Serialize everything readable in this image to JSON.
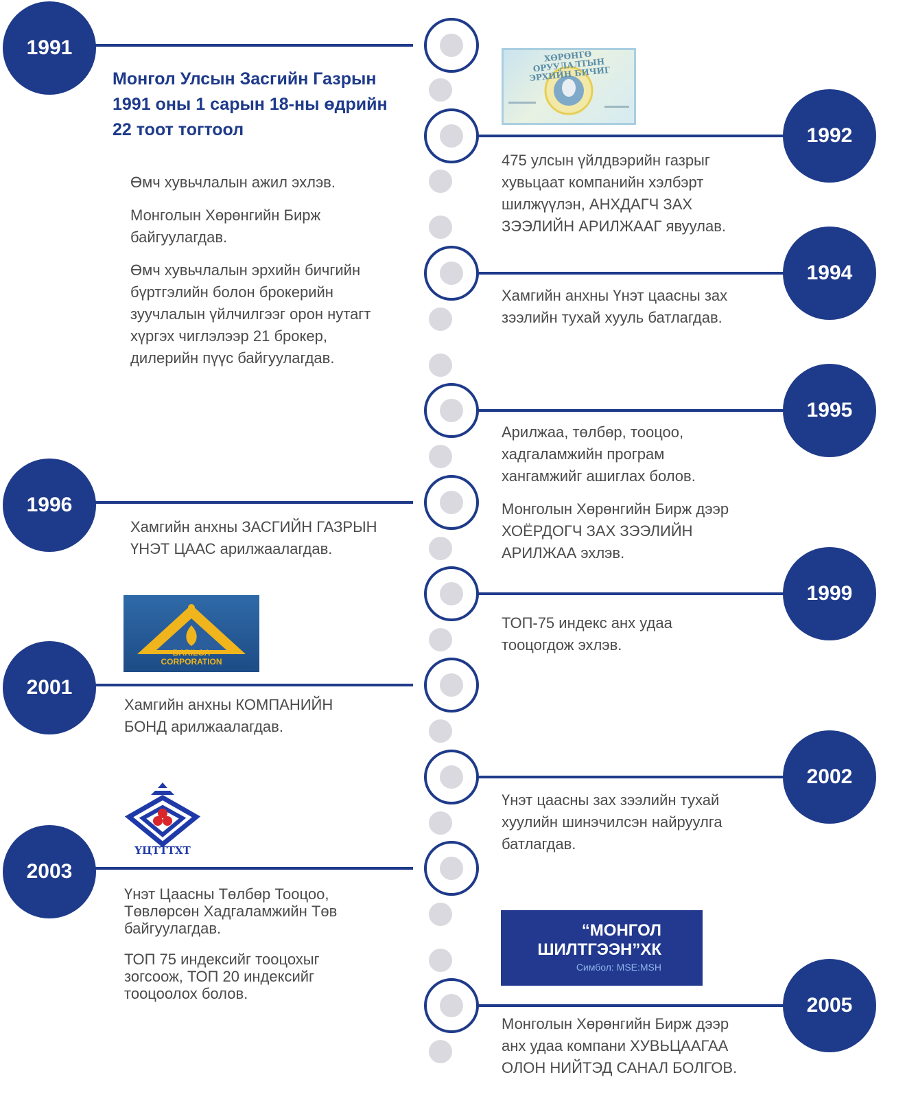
{
  "headline": "Монгол Улсын Засгийн Газрын 1991 оны 1 сарын 18-ны өдрийн 22 тоот тогтоол",
  "years": {
    "y1991": "1991",
    "y1992": "1992",
    "y1994": "1994",
    "y1995": "1995",
    "y1996": "1996",
    "y1999": "1999",
    "y2001": "2001",
    "y2002": "2002",
    "y2003": "2003",
    "y2005": "2005"
  },
  "events": {
    "e1991": [
      "Өмч хувьчлалын ажил эхлэв.",
      "Монголын Хөрөнгийн Бирж байгуулагдав.",
      "Өмч хувьчлалын эрхийн бичгийн бүртгэлийн болон брокерийн зуучлалын үйлчилгээг орон нутагт хүргэх чиглэлээр 21 брокер, дилерийн пүүс байгуулагдав."
    ],
    "e1992": "475 улсын үйлдвэрийн газрыг хувьцаат компанийн хэлбэрт шилжүүлэн, АНХДАГЧ ЗАХ ЗЭЭЛИЙН АРИЛЖААГ явуулав.",
    "e1994": "Хамгийн анхны Үнэт цаасны зах зээлийн тухай хууль батлагдав.",
    "e1995": [
      "Арилжаа, төлбөр, тооцоо, хадгаламжийн програм хангамжийг ашиглах болов.",
      " Монголын Хөрөнгийн Бирж дээр  ХОЁРДОГЧ ЗАХ ЗЭЭЛИЙН АРИЛЖАА эхлэв."
    ],
    "e1996": "Хамгийн анхны ЗАСГИЙН ГАЗРЫН ҮНЭТ ЦААС арилжаалагдав.",
    "e1999": "ТОП-75 индекс анх удаа тооцогдож эхлэв.",
    "e2001": "Хамгийн анхны КОМПАНИЙН БОНД арилжаалагдав.",
    "e2002": "Үнэт цаасны зах зээлийн тухай хуулийн шинэчилсэн найруулга батлагдав.",
    "e2003": [
      "Үнэт Цаасны Төлбөр Тооцоо, Төвлөрсөн Хадгаламжийн Төв байгуулагдав.",
      " ТОП 75 индексийг тооцохыг зогсоож, ТОП 20 индексийг тооцоолох болов."
    ],
    "e2005": "Монголын Хөрөнгийн Бирж дээр анх удаа компани ХУВЬЦААГАА ОЛОН НИЙТЭД САНАЛ БОЛГОВ."
  },
  "logos": {
    "voucher": "ХӨРӨНГӨ ОРУУЛАЛТЫН ЭРХИЙН БИЧИГ",
    "barilga_line1": "BARILGA",
    "barilga_line2": "CORPORATION",
    "uctt": "ҮЦТТТХТ",
    "msh_line1": "“МОНГОЛ",
    "msh_line2": "ШИЛТГЭЭН”ХК",
    "msh_symbol": "Симбол: MSE:MSH"
  },
  "colors": {
    "navy": "#1e3a8a",
    "dot": "#d9d9df",
    "text": "#4b4b4b"
  }
}
